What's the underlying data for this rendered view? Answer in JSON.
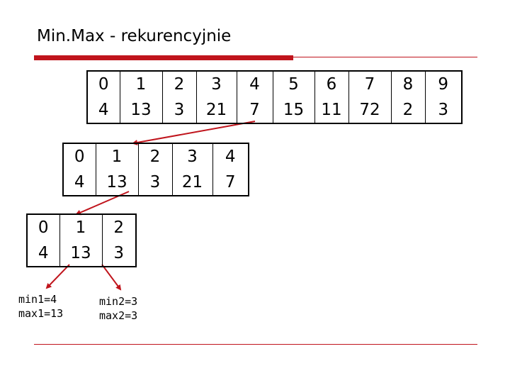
{
  "title": "Min.Max - rekurencyjnie",
  "arrays": [
    {
      "id": "full",
      "indices": [
        "0",
        "1",
        "2",
        "3",
        "4",
        "5",
        "6",
        "7",
        "8",
        "9"
      ],
      "values": [
        "4",
        "13",
        "3",
        "21",
        "7",
        "15",
        "11",
        "72",
        "2",
        "3"
      ]
    },
    {
      "id": "left-half",
      "indices": [
        "0",
        "1",
        "2",
        "3",
        "4"
      ],
      "values": [
        "4",
        "13",
        "3",
        "21",
        "7"
      ]
    },
    {
      "id": "left-quarter",
      "indices": [
        "0",
        "1",
        "2"
      ],
      "values": [
        "4",
        "13",
        "3"
      ]
    }
  ],
  "results": [
    {
      "min": "min1=4",
      "max": "max1=13"
    },
    {
      "min": "min2=3",
      "max": "max2=3"
    }
  ],
  "colors": {
    "accent": "#c0141c",
    "arrow": "#c0141c",
    "text": "#000000"
  }
}
